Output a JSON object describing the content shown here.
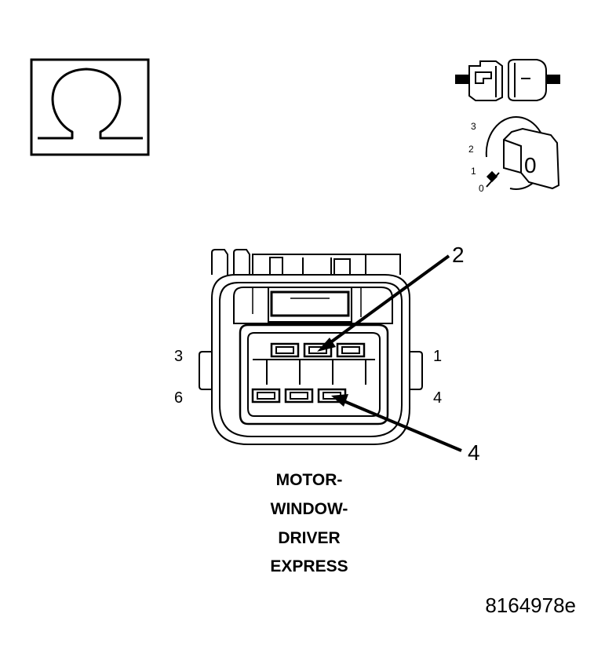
{
  "title_lines": [
    "MOTOR-",
    "WINDOW-",
    "DRIVER",
    "EXPRESS"
  ],
  "figure_id": "8164978e",
  "pin_labels": {
    "top_left": "3",
    "top_right": "1",
    "bottom_left": "6",
    "bottom_right": "4"
  },
  "callouts": {
    "upper": "2",
    "lower": "4"
  },
  "ignition_key": {
    "scale": [
      "3",
      "2",
      "1",
      "0"
    ],
    "position": "0"
  },
  "icons": [
    "ohmmeter-symbol-icon",
    "disconnected-connector-icon",
    "ignition-key-off-icon",
    "connector-face-diagram"
  ]
}
